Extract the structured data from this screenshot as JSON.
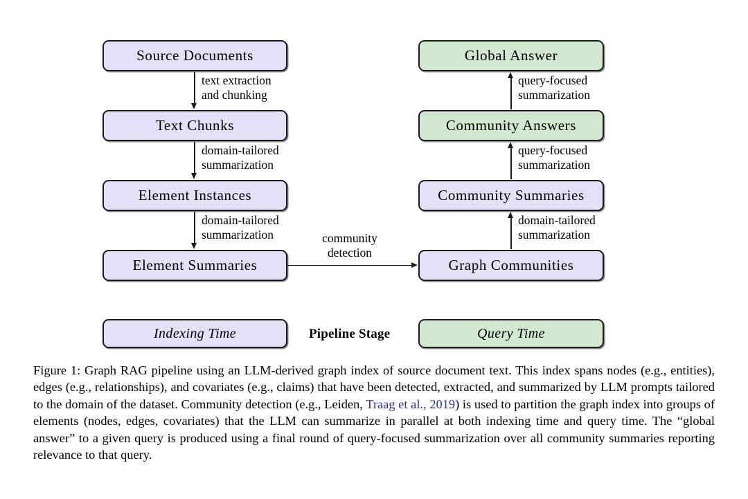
{
  "figure": {
    "indexing_nodes": [
      {
        "id": "source-documents",
        "label": "Source Documents"
      },
      {
        "id": "text-chunks",
        "label": "Text Chunks"
      },
      {
        "id": "element-instances",
        "label": "Element Instances"
      },
      {
        "id": "element-summaries",
        "label": "Element Summaries"
      }
    ],
    "query_nodes": [
      {
        "id": "global-answer",
        "label": "Global Answer",
        "fill": "query"
      },
      {
        "id": "community-answers",
        "label": "Community Answers",
        "fill": "query"
      },
      {
        "id": "community-summaries",
        "label": "Community Summaries",
        "fill": "indexing"
      },
      {
        "id": "graph-communities",
        "label": "Graph Communities",
        "fill": "indexing"
      }
    ],
    "indexing_edges": [
      {
        "id": "edge-extraction",
        "line1": "text extraction",
        "line2": "and chunking"
      },
      {
        "id": "edge-summarization-1",
        "line1": "domain-tailored",
        "line2": "summarization"
      },
      {
        "id": "edge-summarization-2",
        "line1": "domain-tailored",
        "line2": "summarization"
      }
    ],
    "query_edges": [
      {
        "id": "edge-query-focused-1",
        "line1": "query-focused",
        "line2": "summarization"
      },
      {
        "id": "edge-query-focused-2",
        "line1": "query-focused",
        "line2": "summarization"
      },
      {
        "id": "edge-domain-tailored",
        "line1": "domain-tailored",
        "line2": "summarization"
      }
    ],
    "bridge_edge": {
      "id": "edge-community-detection",
      "line1": "community",
      "line2": "detection"
    },
    "legend": {
      "indexing_label": "Indexing Time",
      "stage_label": "Pipeline Stage",
      "query_label": "Query Time"
    },
    "colors": {
      "indexing_fill": "#e3e1f8",
      "query_fill": "#d3e8d0",
      "stroke": "#1a1a1a",
      "citation_link": "#2b31b0"
    }
  },
  "caption": {
    "part1": "Figure 1: Graph RAG pipeline using an LLM-derived graph index of source document text. This index spans nodes (e.g., entities), edges (e.g., relationships), and covariates (e.g., claims) that have been detected, extracted, and summarized by LLM prompts tailored to the domain of the dataset. Community detection (e.g., Leiden, ",
    "citation": "Traag et al., 2019",
    "part2": ") is used to partition the graph index into groups of elements (nodes, edges, covariates) that the LLM can summarize in parallel at both indexing time and query time. The “global answer” to a given query is produced using a final round of query-focused summarization over all community summaries reporting relevance to that query."
  }
}
